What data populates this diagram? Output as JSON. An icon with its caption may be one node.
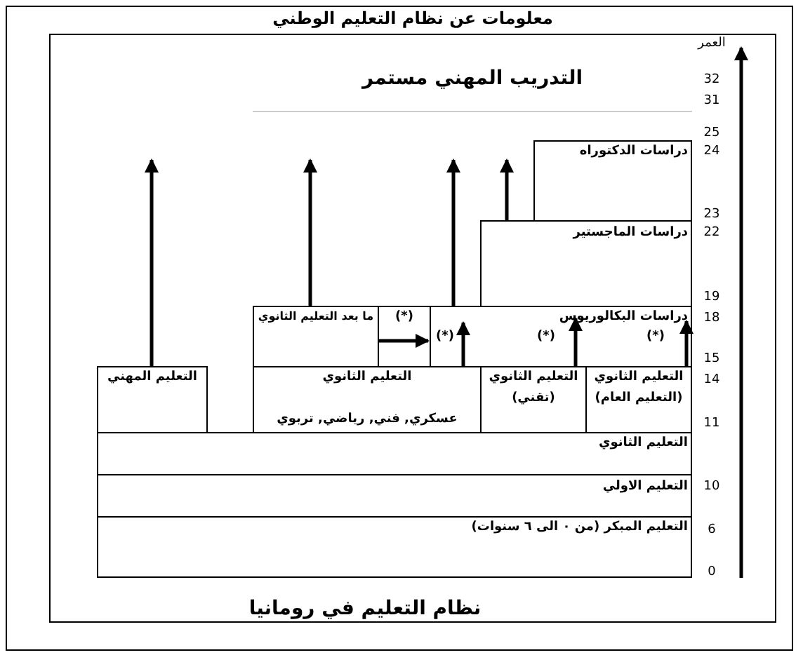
{
  "diagram": {
    "title": "معلومات عن نظام التعليم الوطني",
    "caption": "نظام التعليم في رومانيا",
    "nodes": [
      {
        "text": [
          "التدريب المهني مستمر"
        ]
      },
      {
        "text": [
          "دراسات الدكتوراه"
        ]
      },
      {
        "text": [
          "دراسات الماجستير"
        ]
      },
      {
        "text": [
          "دراسات البكالوريوس",
          "(*)",
          "(*)",
          "(*)"
        ]
      },
      {
        "text": [
          "(*)",
          "ما بعد التعليم الثانوي"
        ]
      },
      {
        "text": [
          "التعليم المهني"
        ]
      },
      {
        "text": [
          "التعليم الثانوي",
          "عسكري, فني, رياضي, تربوي"
        ]
      },
      {
        "text": [
          "التعليم الثانوي",
          "(تقني)"
        ]
      },
      {
        "text": [
          "التعليم الثانوي",
          "(التعليم العام)"
        ]
      },
      {
        "text": [
          "التعليم الثانوي"
        ]
      },
      {
        "text": [
          "التعليم الاولي"
        ]
      },
      {
        "text": [
          "التعليم المبكر (من ٠ الى ٦ سنوات)"
        ]
      }
    ],
    "edges": [
      {
        "from": 5,
        "to": null,
        "arrow": "to"
      },
      {
        "from": 4,
        "to": null,
        "arrow": "to"
      },
      {
        "from": 4,
        "to": 3,
        "arrow": "to"
      },
      {
        "from": 6,
        "to": 3,
        "arrow": "to"
      },
      {
        "from": 3,
        "to": null,
        "arrow": "to"
      },
      {
        "from": 2,
        "to": 1,
        "arrow": "to"
      },
      {
        "from": 7,
        "to": 3,
        "arrow": "to"
      },
      {
        "from": 8,
        "to": 3,
        "arrow": "to"
      }
    ],
    "labels": [
      "العمر",
      "32",
      "31",
      "25",
      "24",
      "23",
      "22",
      "19",
      "18",
      "15",
      "14",
      "11",
      "10",
      "6",
      "0"
    ]
  }
}
